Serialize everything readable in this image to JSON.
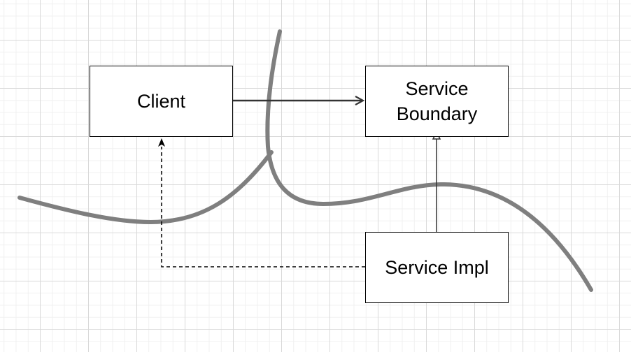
{
  "diagram": {
    "nodes": [
      {
        "id": "client",
        "label": "Client"
      },
      {
        "id": "boundary",
        "label": "Service\nBoundary"
      },
      {
        "id": "impl",
        "label": "Service Impl"
      }
    ],
    "edges": [
      {
        "from": "client",
        "to": "boundary",
        "style": "solid",
        "arrow": "open"
      },
      {
        "from": "impl",
        "to": "boundary",
        "style": "solid",
        "arrow": "hollow-triangle"
      },
      {
        "from": "impl",
        "to": "client",
        "style": "dashed",
        "arrow": "filled"
      }
    ],
    "colors": {
      "box_border": "#000000",
      "edge": "#333333",
      "freehand_curve": "#7f7f7f",
      "grid_major": "#d9d9d9",
      "grid_minor": "#f0f0f0"
    }
  }
}
